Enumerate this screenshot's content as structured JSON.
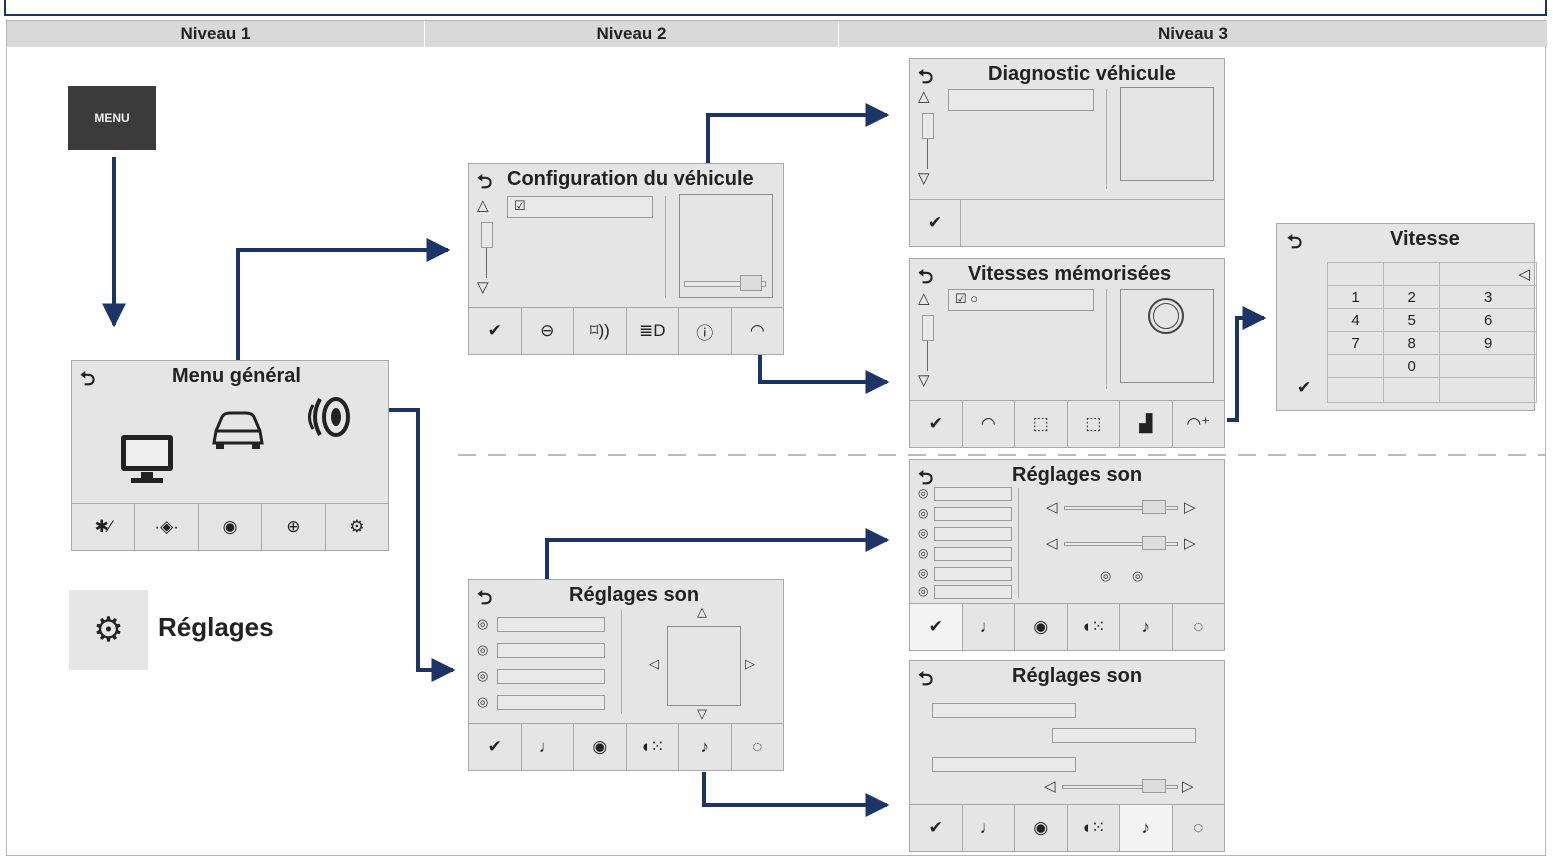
{
  "headers": [
    "Niveau 1",
    "Niveau 2",
    "Niveau 3"
  ],
  "menu_button": "MENU",
  "reglages_label": "Réglages",
  "screens": {
    "menu_general": "Menu général",
    "configuration": "Configuration du véhicule",
    "diagnostic": "Diagnostic véhicule",
    "vitesses_mem": "Vitesses mémorisées",
    "vitesse": "Vitesse",
    "reglages_son_1": "Réglages son",
    "reglages_son_2": "Réglages son",
    "reglages_son_3": "Réglages son"
  },
  "keypad": {
    "row1": [
      "",
      "",
      "◁"
    ],
    "row2": [
      "1",
      "2",
      "3"
    ],
    "row3": [
      "4",
      "5",
      "6"
    ],
    "row4": [
      "7",
      "8",
      "9"
    ],
    "row5": [
      "",
      "0",
      ""
    ]
  },
  "colors": {
    "arrow": "#1d3566",
    "screen_bg": "#e5e5e5",
    "header_bg": "#d9d9d9",
    "dashed": "#b8b8d0"
  },
  "icons": {
    "back": "back-arrow-icon",
    "validate": "checkmark-icon",
    "steering": "steering-wheel-icon",
    "key": "key-remote-icon",
    "headlight": "headlight-icon",
    "info": "info-icon",
    "speedometer": "speedometer-icon",
    "bluetooth_phone": "bluetooth-phone-icon",
    "navigation": "navigation-icon",
    "radio": "radio-icon",
    "web": "web-globe-icon",
    "settings": "settings-gears-icon",
    "display": "display-monitor-icon",
    "car": "car-icon",
    "speaker": "speaker-icon",
    "ambiance": "ambiance-saxophone-icon",
    "bass": "loudness-icon",
    "surround": "surround-icon",
    "music": "music-device-icon",
    "voice": "voice-icon"
  }
}
